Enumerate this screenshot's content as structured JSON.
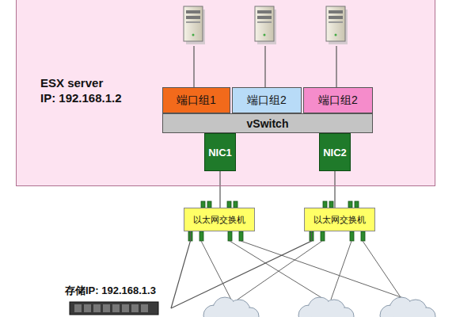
{
  "diagram": {
    "nodes": [
      {
        "text": [
          "ESX server",
          "IP: 192.168.1.2"
        ]
      },
      {
        "text": [
          "端口组1"
        ],
        "in": 0
      },
      {
        "text": [
          "端口组2"
        ],
        "in": 0
      },
      {
        "text": [
          "端口组2"
        ],
        "in": 0
      },
      {
        "text": [
          "vSwitch"
        ],
        "in": 0
      },
      {
        "text": [
          "NIC1"
        ],
        "in": 0
      },
      {
        "text": [
          "NIC2"
        ],
        "in": 0
      },
      {
        "text": [
          "以太网交换机"
        ]
      },
      {
        "text": [
          "以太网交换机"
        ]
      },
      {
        "text": [
          "存储IP: 192.168.1.3"
        ]
      }
    ],
    "edges": [
      {
        "from": 5,
        "to": 7,
        "arrow": "none"
      },
      {
        "from": 6,
        "to": 8,
        "arrow": "none"
      },
      {
        "from": 7,
        "to": 9,
        "arrow": "none"
      },
      {
        "from": 8,
        "to": 9,
        "arrow": "none"
      }
    ]
  }
}
